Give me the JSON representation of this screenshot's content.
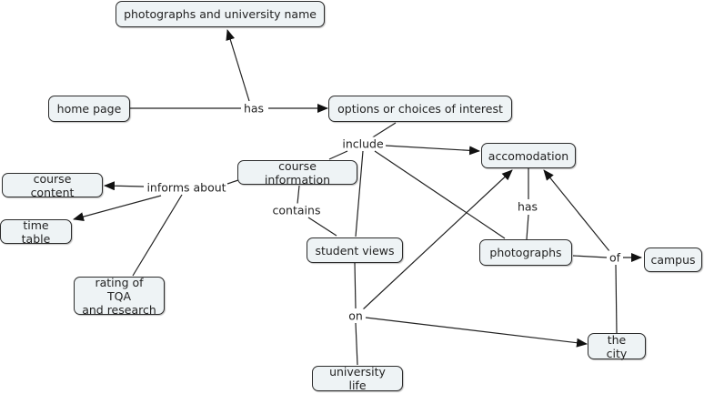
{
  "concepts": {
    "photos_uni": "photographs and university name",
    "home_page": "home page",
    "options": "options or choices of interest",
    "accomodation": "accomodation",
    "course_info": "course information",
    "course_content": "course content",
    "time_table": "time table",
    "student_views": "student views",
    "photographs": "photographs",
    "campus": "campus",
    "rating": "rating of TQA\nand research",
    "the_city": "the city",
    "university_life": "university life"
  },
  "linking_phrases": {
    "has1": "has",
    "include": "include",
    "informs_about": "informs about",
    "contains": "contains",
    "has2": "has",
    "of": "of",
    "on": "on"
  },
  "colors": {
    "node_fill": "#eef3f5",
    "line": "#222222"
  }
}
